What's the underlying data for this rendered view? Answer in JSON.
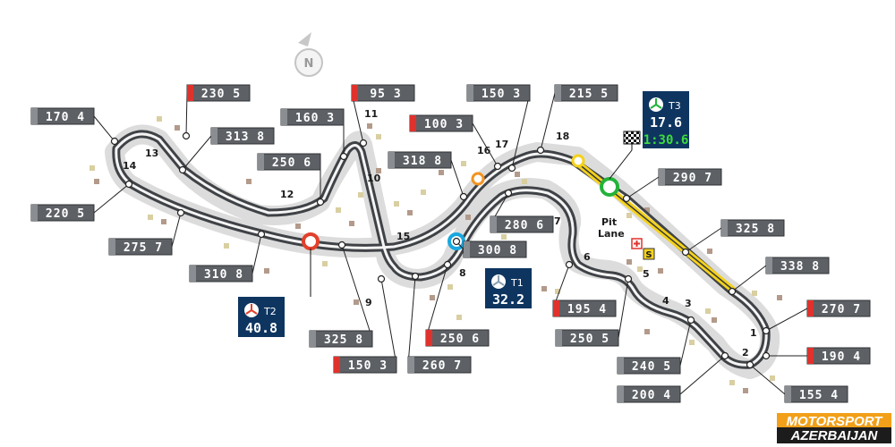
{
  "compass": {
    "letter": "N"
  },
  "speed_traps": [
    {
      "id": "a",
      "value": "170 4",
      "red": false
    },
    {
      "id": "b",
      "value": "230 5",
      "red": true
    },
    {
      "id": "c",
      "value": "313 8",
      "red": false
    },
    {
      "id": "d",
      "value": "160 3",
      "red": false
    },
    {
      "id": "e",
      "value": "95 3",
      "red": true
    },
    {
      "id": "f",
      "value": "250 6",
      "red": false
    },
    {
      "id": "g",
      "value": "220 5",
      "red": false
    },
    {
      "id": "h",
      "value": "275 7",
      "red": false
    },
    {
      "id": "i",
      "value": "310 8",
      "red": false
    },
    {
      "id": "j",
      "value": "325 8",
      "red": false
    },
    {
      "id": "k",
      "value": "150 3",
      "red": true
    },
    {
      "id": "l",
      "value": "260 7",
      "red": false
    },
    {
      "id": "m",
      "value": "250 6",
      "red": true
    },
    {
      "id": "n",
      "value": "300 8",
      "red": false
    },
    {
      "id": "o",
      "value": "280 6",
      "red": false
    },
    {
      "id": "p",
      "value": "318 8",
      "red": false
    },
    {
      "id": "q",
      "value": "100 3",
      "red": true
    },
    {
      "id": "r",
      "value": "150 3",
      "red": false
    },
    {
      "id": "s",
      "value": "215 5",
      "red": false
    },
    {
      "id": "t",
      "value": "290 7",
      "red": false
    },
    {
      "id": "u",
      "value": "325 8",
      "red": false
    },
    {
      "id": "v",
      "value": "338 8",
      "red": false
    },
    {
      "id": "w",
      "value": "270 7",
      "red": true
    },
    {
      "id": "x",
      "value": "190 4",
      "red": true
    },
    {
      "id": "y",
      "value": "155 4",
      "red": false
    },
    {
      "id": "z",
      "value": "200 4",
      "red": false
    },
    {
      "id": "aa",
      "value": "240 5",
      "red": false
    },
    {
      "id": "ab",
      "value": "250 5",
      "red": false
    },
    {
      "id": "ac",
      "value": "195 4",
      "red": true
    }
  ],
  "turns": [
    "1",
    "2",
    "3",
    "4",
    "5",
    "6",
    "7",
    "8",
    "9",
    "10",
    "11",
    "12",
    "13",
    "14",
    "15",
    "16",
    "17",
    "18"
  ],
  "sectors": {
    "t1": {
      "label": "T1",
      "time": "32.2"
    },
    "t2": {
      "label": "T2",
      "time": "40.8"
    },
    "t3": {
      "label": "T3",
      "time": "17.6",
      "lap": "1:30.6"
    }
  },
  "pit": {
    "line1": "Pit",
    "line2": "Lane",
    "marker": "S"
  },
  "logo": {
    "line1": "MOTORSPORT",
    "line2": "AZERBAIJAN"
  },
  "colors": {
    "box": "#5d6166",
    "box_red": "#e0322c",
    "sector_bg": "#0e3560",
    "sector_time_green": "#3ddc3d",
    "t1_ring": "#1aa7de",
    "t2_ring": "#e2402c",
    "t3_ring": "#22b33a",
    "orange_ring": "#f39322",
    "yellow_ring": "#f4d21b",
    "track": "#4a4d52",
    "runoff": "#d8d8d8"
  }
}
